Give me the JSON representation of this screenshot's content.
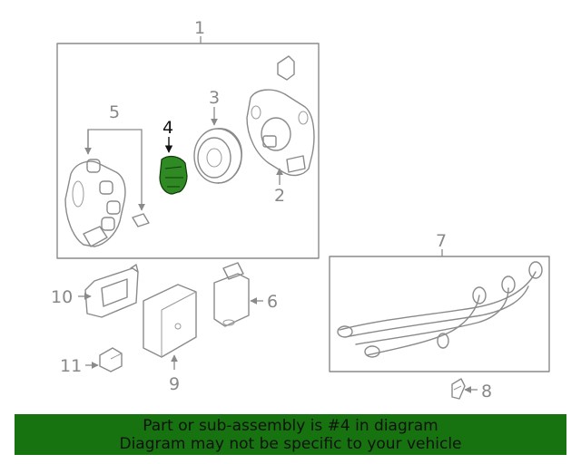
{
  "callouts": {
    "c1": "1",
    "c2": "2",
    "c3": "3",
    "c4": "4",
    "c5": "5",
    "c6": "6",
    "c7": "7",
    "c8": "8",
    "c9": "9",
    "c10": "10",
    "c11": "11"
  },
  "highlight": {
    "part": "4",
    "color": "#2f8a24"
  },
  "banner": {
    "line1": "Part or sub-assembly is #4 in diagram",
    "line2": "Diagram may not be specific to your vehicle",
    "background": "#17730f"
  }
}
